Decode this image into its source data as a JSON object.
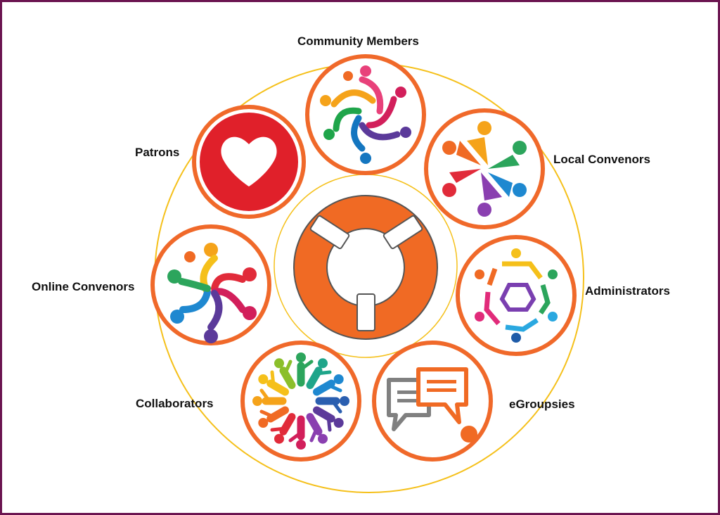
{
  "colors": {
    "frame": "#6b1450",
    "outer_ring": "#f5c01a",
    "node_border": "#f0692a",
    "lifebuoy": "#f06a24",
    "lifebuoy_band": "#ffffff",
    "heart_bg": "#e0202a"
  },
  "center": {
    "icon": "lifebuoy-icon"
  },
  "nodes": [
    {
      "key": "community_members",
      "label": "Community Members",
      "icon": "people-circle-icon"
    },
    {
      "key": "local_convenors",
      "label": "Local Convenors",
      "icon": "people-pinwheel-icon"
    },
    {
      "key": "administrators",
      "label": "Administrators",
      "icon": "hexagon-people-icon"
    },
    {
      "key": "egroupsies",
      "label": "eGroupsies",
      "icon": "chat-bubbles-icon"
    },
    {
      "key": "collaborators",
      "label": "Collaborators",
      "icon": "people-ring-icon"
    },
    {
      "key": "online_convenors",
      "label": "Online Convenors",
      "icon": "swirl-people-icon"
    },
    {
      "key": "patrons",
      "label": "Patrons",
      "icon": "heart-icon"
    }
  ]
}
